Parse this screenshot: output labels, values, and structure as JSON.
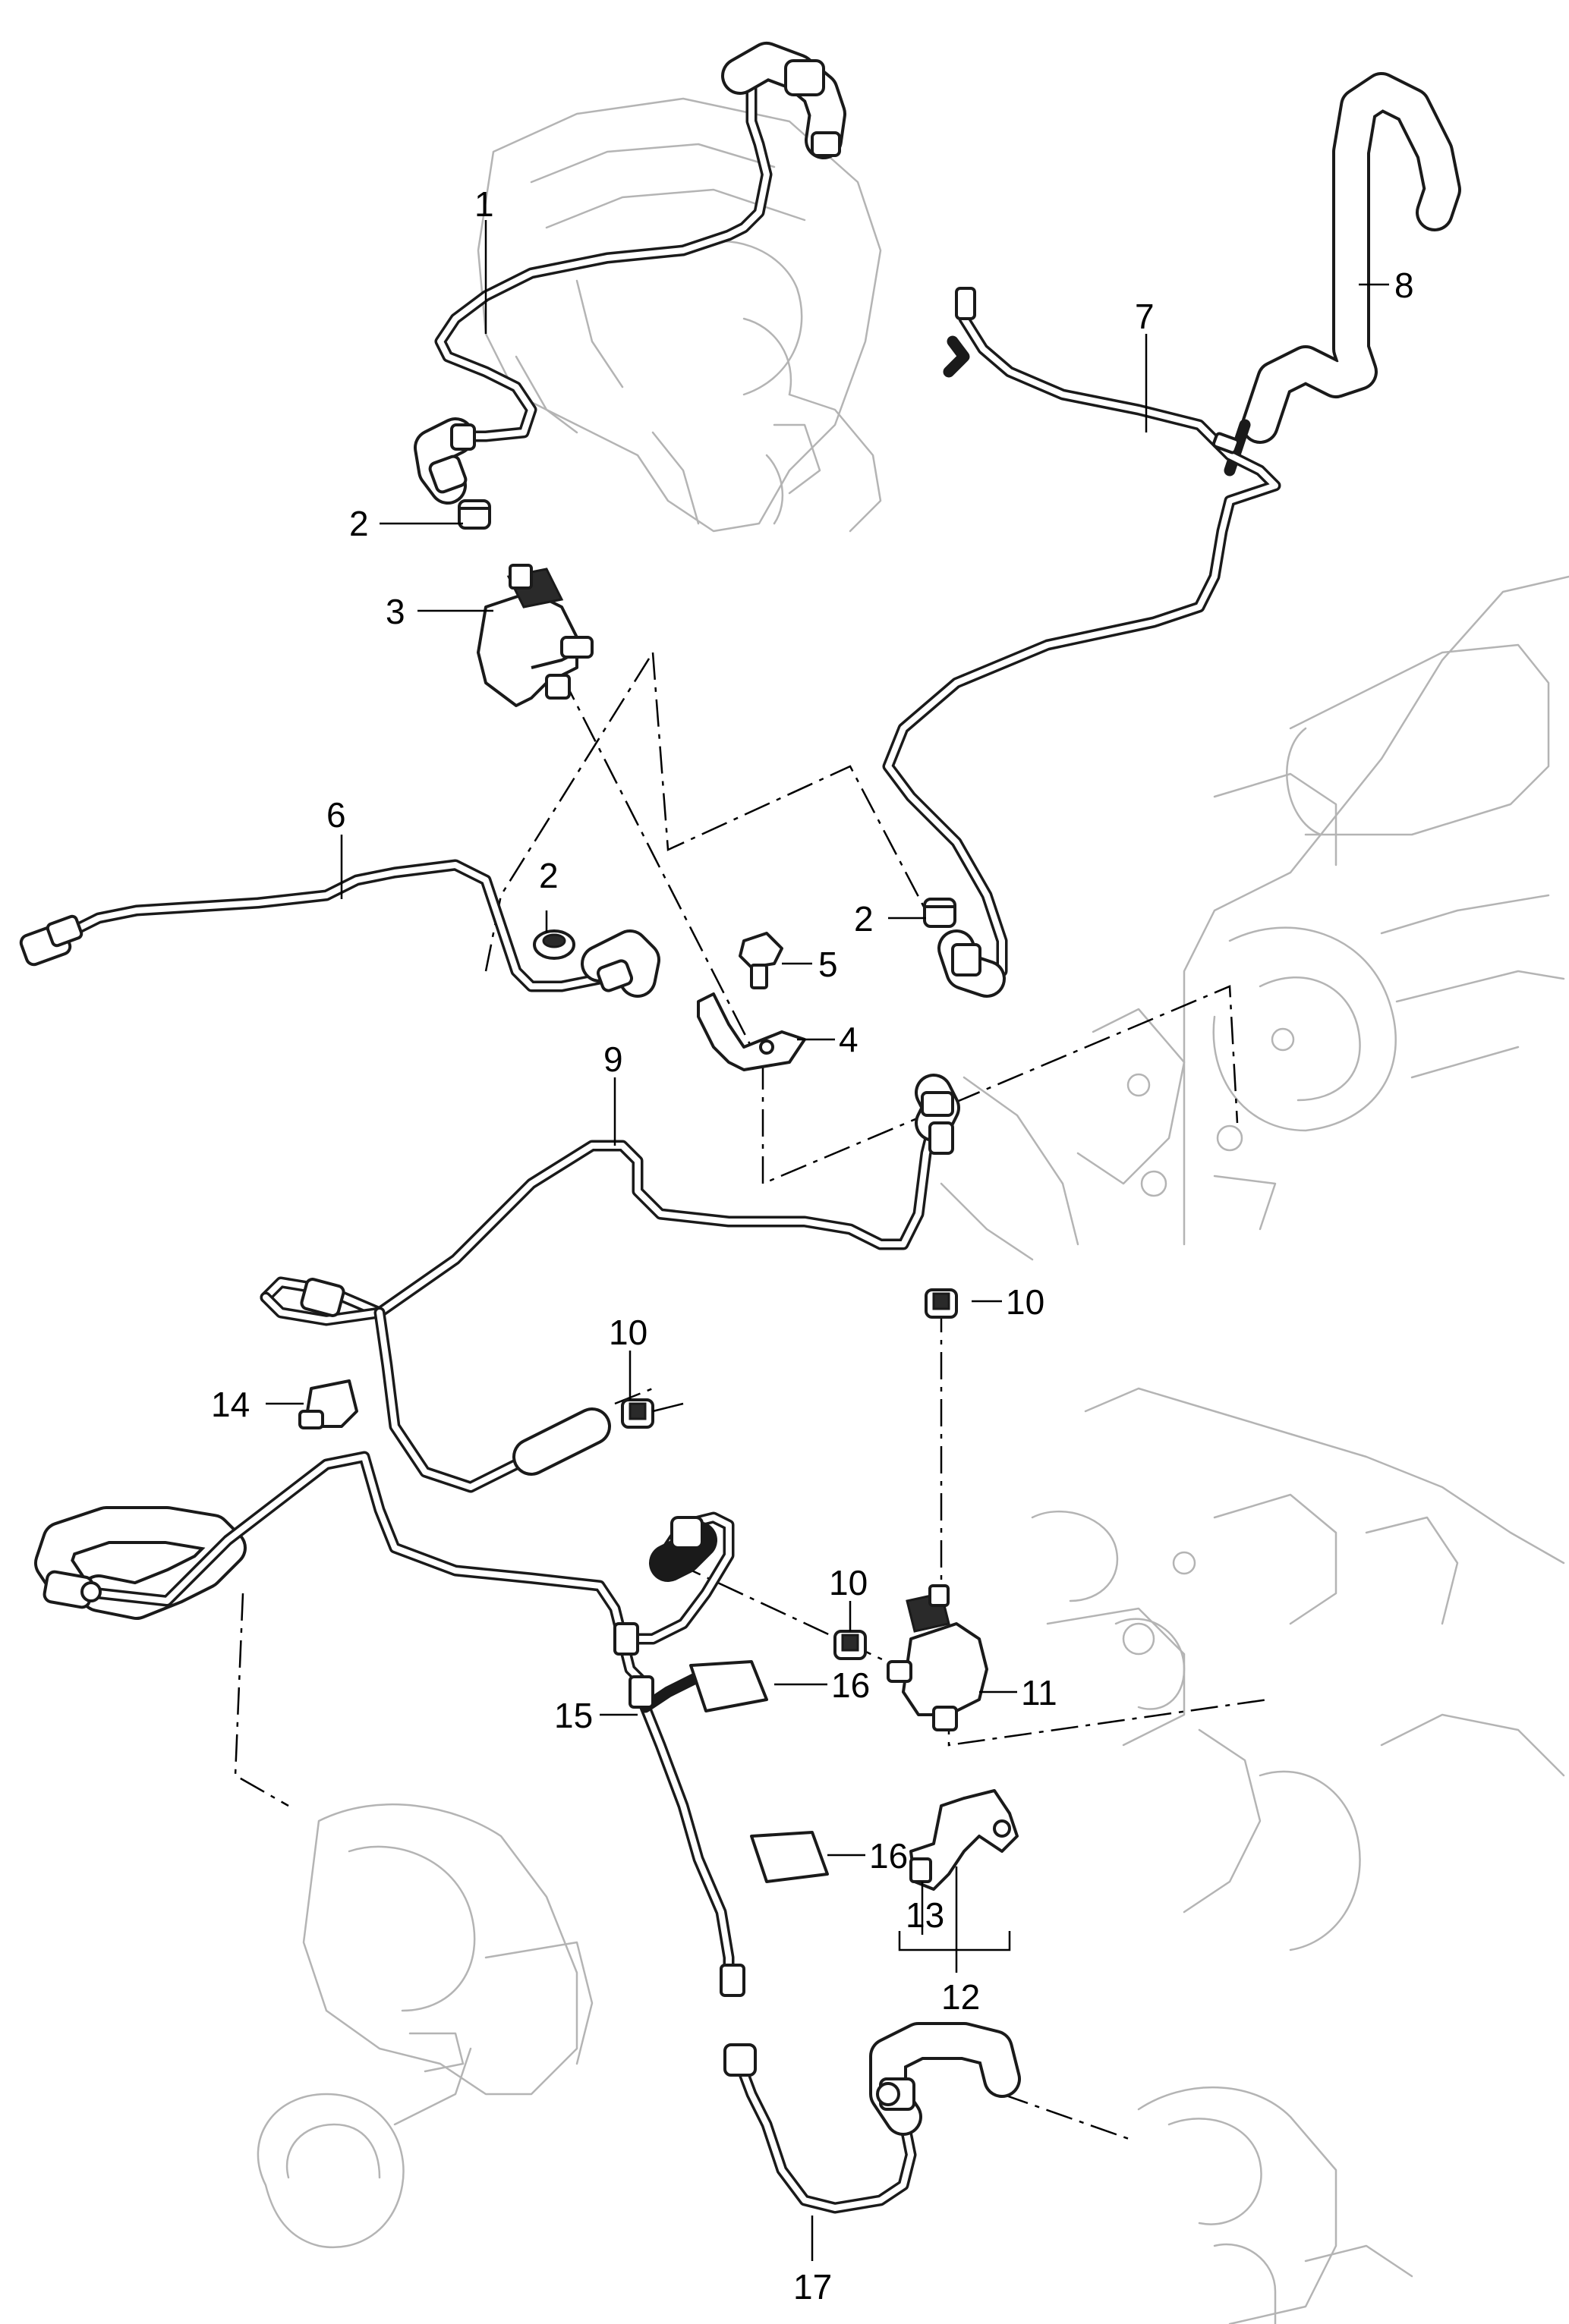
{
  "diagram": {
    "callouts": {
      "c1": "1",
      "c2a": "2",
      "c2b": "2",
      "c2c": "2",
      "c3": "3",
      "c4": "4",
      "c5": "5",
      "c6": "6",
      "c7": "7",
      "c8": "8",
      "c9": "9",
      "c10a": "10",
      "c10b": "10",
      "c10c": "10",
      "c11": "11",
      "c12": "12",
      "c13": "13",
      "c14": "14",
      "c15": "15",
      "c16a": "16",
      "c16b": "16",
      "c17": "17"
    },
    "colors": {
      "line_art": "#1a1a1a",
      "background_art": "#b4b4b4",
      "paper": "#ffffff"
    }
  }
}
